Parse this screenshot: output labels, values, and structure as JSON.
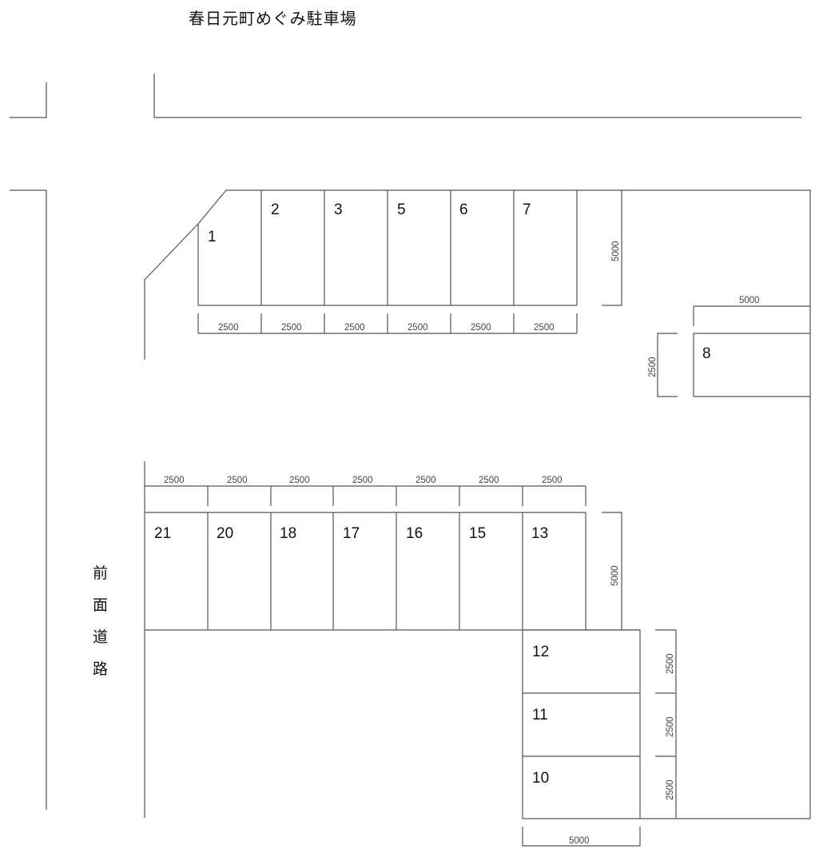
{
  "title": "春日元町めぐみ駐車場",
  "road_label": [
    "前",
    "面",
    "道",
    "路"
  ],
  "colors": {
    "line": "#555555",
    "text": "#111111",
    "dim_text": "#444444",
    "background": "#ffffff"
  },
  "slots": {
    "top_row": [
      {
        "number": "1",
        "width_mm": "2500",
        "depth_mm": "5000"
      },
      {
        "number": "2",
        "width_mm": "2500",
        "depth_mm": "5000"
      },
      {
        "number": "3",
        "width_mm": "2500",
        "depth_mm": "5000"
      },
      {
        "number": "5",
        "width_mm": "2500",
        "depth_mm": "5000"
      },
      {
        "number": "6",
        "width_mm": "2500",
        "depth_mm": "5000"
      },
      {
        "number": "7",
        "width_mm": "2500",
        "depth_mm": "5000"
      }
    ],
    "right_single": {
      "number": "8",
      "width_mm": "5000",
      "depth_mm": "2500"
    },
    "middle_row": [
      {
        "number": "21",
        "width_mm": "2500"
      },
      {
        "number": "20",
        "width_mm": "2500"
      },
      {
        "number": "18",
        "width_mm": "2500"
      },
      {
        "number": "17",
        "width_mm": "2500"
      },
      {
        "number": "16",
        "width_mm": "2500"
      },
      {
        "number": "15",
        "width_mm": "2500"
      },
      {
        "number": "13",
        "width_mm": "2500"
      }
    ],
    "bottom_stack": [
      {
        "number": "12",
        "height_mm": "2500"
      },
      {
        "number": "11",
        "height_mm": "2500"
      },
      {
        "number": "10",
        "height_mm": "2500"
      }
    ]
  },
  "dimensions": {
    "top_row_depth": "5000",
    "slot8_width": "5000",
    "slot8_depth": "2500",
    "middle_row_depth": "5000",
    "bottom_stack_width": "5000",
    "bottom_stack_heights": [
      "2500",
      "2500",
      "2500"
    ]
  }
}
